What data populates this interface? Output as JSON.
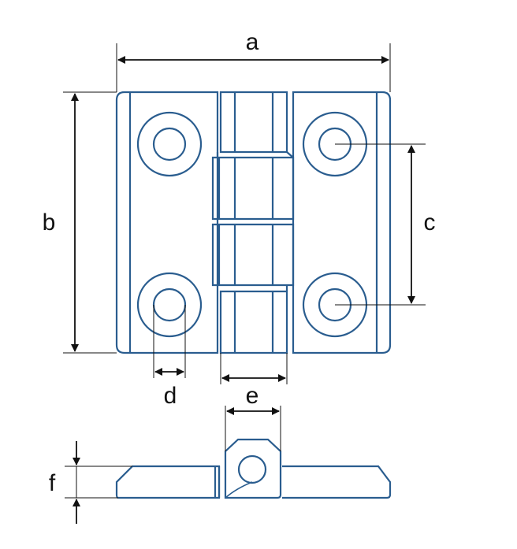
{
  "colors": {
    "outline": "#2a5d8f",
    "dimension": "#111111",
    "background": "#ffffff"
  },
  "labels": {
    "a": "a",
    "b": "b",
    "c": "c",
    "d": "d",
    "e": "e",
    "f": "f"
  }
}
